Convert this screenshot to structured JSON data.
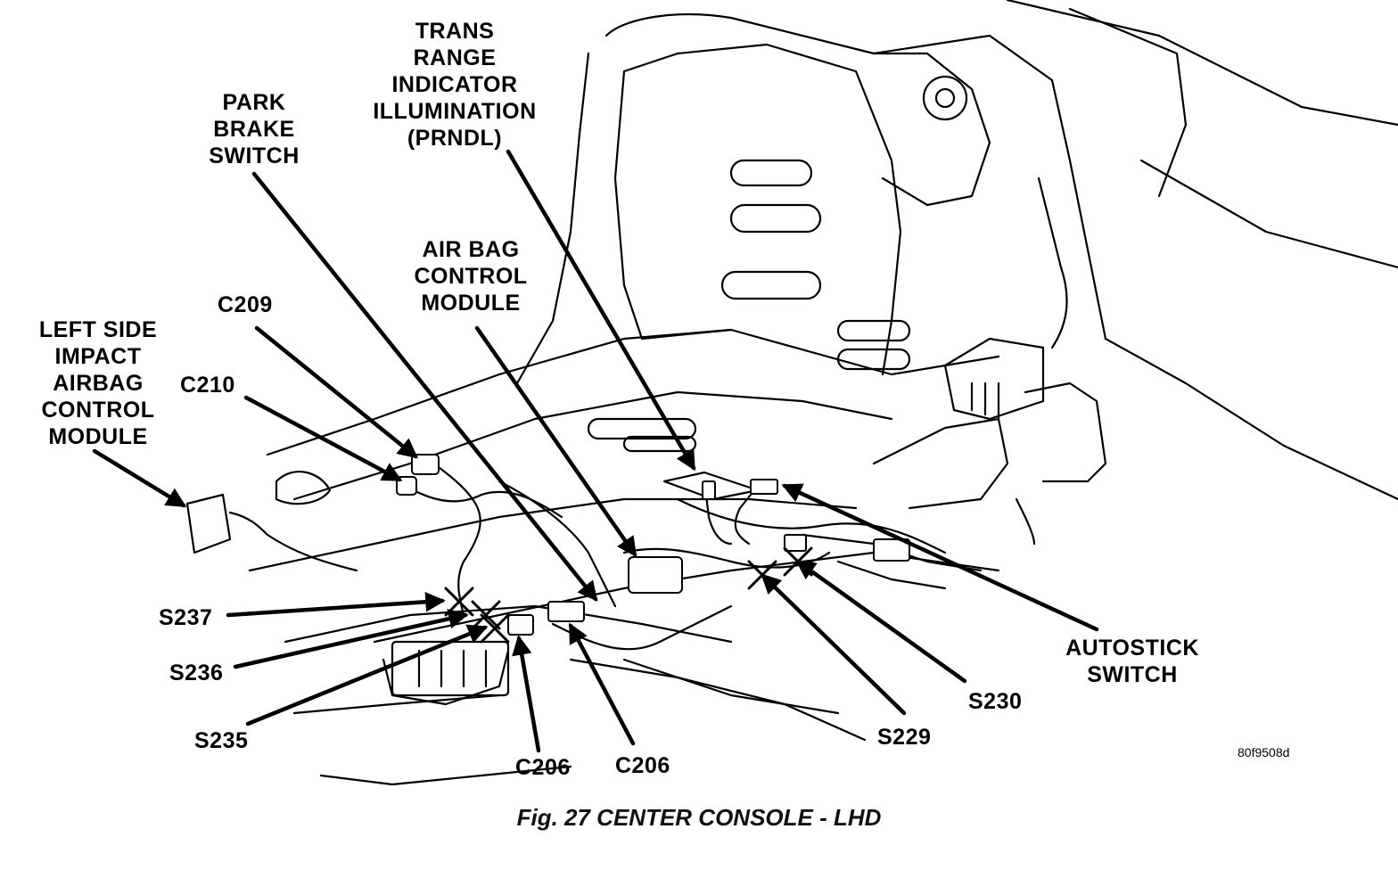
{
  "labels": {
    "trans_range": [
      "TRANS",
      "RANGE",
      "INDICATOR",
      "ILLUMINATION",
      "(PRNDL)"
    ],
    "park_brake": [
      "PARK",
      "BRAKE",
      "SWITCH"
    ],
    "air_bag": [
      "AIR BAG",
      "CONTROL",
      "MODULE"
    ],
    "left_side": [
      "LEFT SIDE",
      "IMPACT",
      "AIRBAG",
      "CONTROL",
      "MODULE"
    ],
    "autostick": [
      "AUTOSTICK",
      "SWITCH"
    ],
    "c209": "C209",
    "c210": "C210",
    "s237": "S237",
    "s236": "S236",
    "s235": "S235",
    "c206_left": "C206",
    "c206_right": "C206",
    "s229": "S229",
    "s230": "S230"
  },
  "figure_code": "80f9508d",
  "caption": "Fig. 27 CENTER CONSOLE - LHD"
}
